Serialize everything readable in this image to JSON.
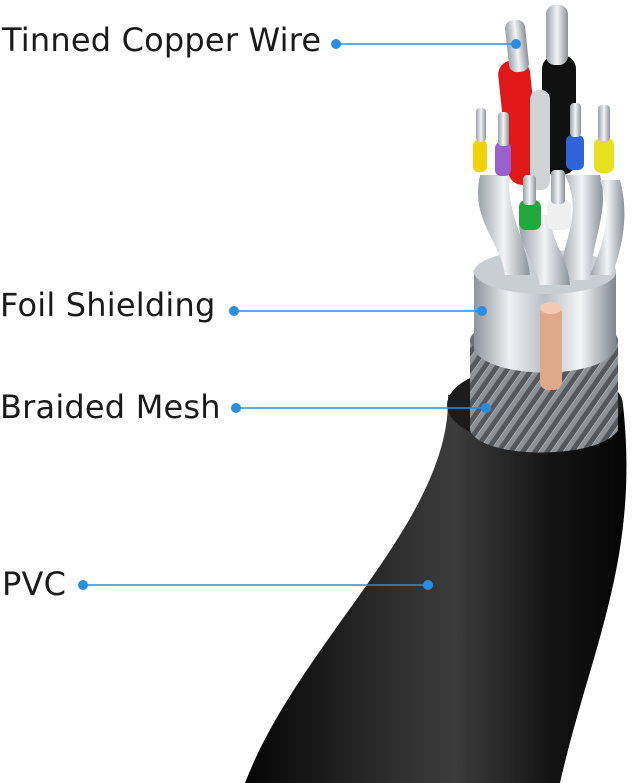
{
  "callouts": [
    {
      "id": "tinned",
      "label": "Tinned Copper Wire"
    },
    {
      "id": "foil",
      "label": "Foil Shielding"
    },
    {
      "id": "braided",
      "label": "Braided Mesh"
    },
    {
      "id": "pvc",
      "label": "PVC"
    }
  ],
  "colors": {
    "callout_line": "#2a8ee0",
    "label_text": "#1a1a1a",
    "jacket": "#151515",
    "foil": "#d3d8dc",
    "braid": "#7a7f84",
    "copper": "#d89a78",
    "wire_colors": [
      "#e01818",
      "#111111",
      "#f2d20a",
      "#9b5fd0",
      "#2f63d8",
      "#e6e020",
      "#22a83a",
      "#f0f0f0"
    ]
  }
}
